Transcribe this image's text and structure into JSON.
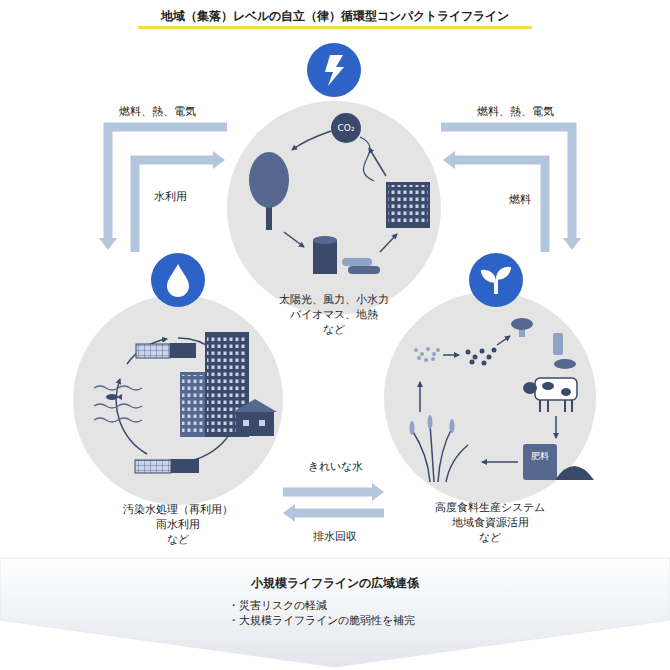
{
  "diagram": {
    "title": "地域（集落）レベルの自立（律）循環型コンパクトライフライン",
    "nodes": [
      {
        "text": [
          "太陽光、風力、小水力 バイオマス、地熱 など"
        ]
      },
      {
        "text": [
          "汚染水処理（再利用） 雨水利用 など"
        ]
      },
      {
        "text": [
          "高度食料生産システム 地域食資源活用 など"
        ]
      },
      {
        "text": [
          "小規模ライフラインの広域連係",
          "・災害リスクの軽減",
          "・大規模ライフラインの脆弱性を補完"
        ]
      }
    ],
    "edges": [
      {
        "from": 0,
        "to": 1,
        "label": "燃料、熱、電気",
        "arrow": "to"
      },
      {
        "from": 1,
        "to": 0,
        "label": "水利用",
        "arrow": "to"
      },
      {
        "from": 0,
        "to": 2,
        "label": "燃料、熱、電気",
        "arrow": "to"
      },
      {
        "from": 2,
        "to": 0,
        "label": "燃料",
        "arrow": "to"
      },
      {
        "from": 1,
        "to": 2,
        "label": "きれいな水",
        "arrow": "to"
      },
      {
        "from": 2,
        "to": 1,
        "label": "排水回収",
        "arrow": "to"
      }
    ],
    "labels": [
      "CO₂",
      "肥料"
    ]
  }
}
